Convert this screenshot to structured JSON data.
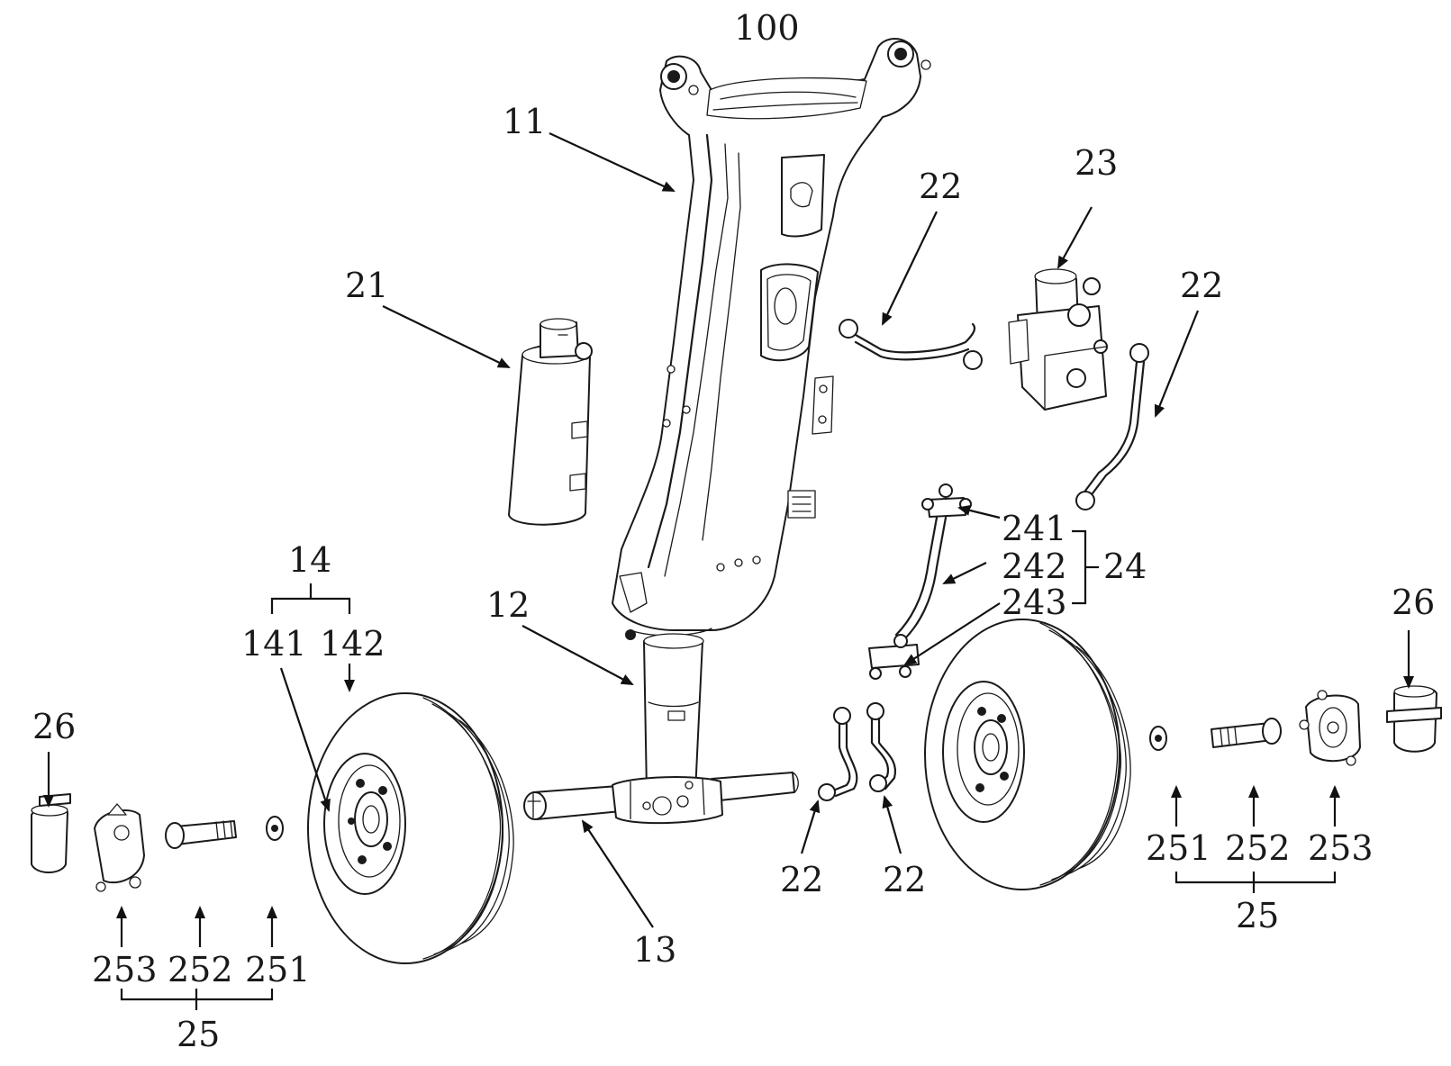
{
  "figure": {
    "assembly_label": "100",
    "labels": {
      "l11": "11",
      "l12": "12",
      "l13": "13",
      "l14": "14",
      "l141": "141",
      "l142": "142",
      "l21": "21",
      "l22_a": "22",
      "l22_b": "22",
      "l22_c": "22",
      "l22_d": "22",
      "l23": "23",
      "l24": "24",
      "l241": "241",
      "l242": "242",
      "l243": "243",
      "l25_left": "25",
      "l251_left": "251",
      "l252_left": "252",
      "l253_left": "253",
      "l25_right": "25",
      "l251_right": "251",
      "l252_right": "252",
      "l253_right": "253",
      "l26_left": "26",
      "l26_right": "26"
    },
    "colors": {
      "line": "#1a1a1a",
      "background": "#ffffff"
    }
  }
}
